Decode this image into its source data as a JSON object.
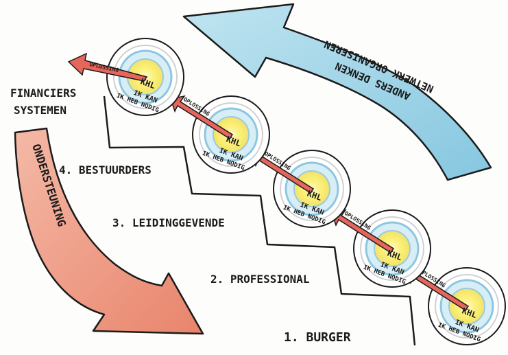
{
  "levels": [
    {
      "label": "1. BURGER"
    },
    {
      "label": "2. PROFESSIONAL"
    },
    {
      "label": "3. LEIDINGGEVENDE"
    },
    {
      "label": "4. BESTUURDERS"
    }
  ],
  "top_label": {
    "line1": "FINANCIERS",
    "line2": "SYSTEMEN"
  },
  "big_arrows": {
    "top": {
      "line1": "ANDERS DENKEN",
      "line2": "NETWERK ORGANISEREN",
      "color": "#9fd3e6"
    },
    "bottom": {
      "line1": "ONDERSTEUNING",
      "color": "#ef9f87"
    }
  },
  "target": {
    "arrow_label": "OPLOSSING",
    "center": "KHL",
    "line2": "IK KAN",
    "line3": "IK HEB NODIG",
    "colors": {
      "core": "#fbef74",
      "ring": "#8cc6e0",
      "arrow": "#e6665c"
    }
  }
}
